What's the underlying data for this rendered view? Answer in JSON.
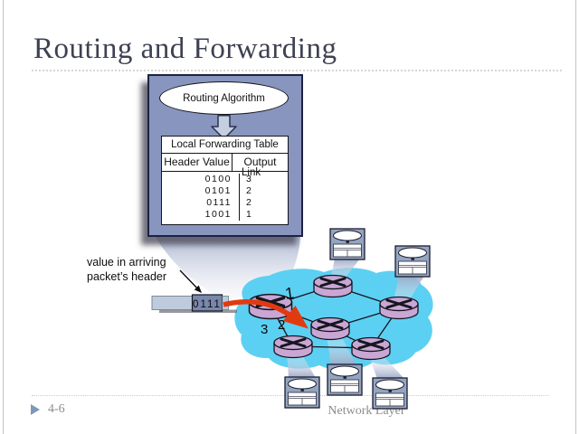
{
  "slide": {
    "title": "Routing and Forwarding",
    "page_number": "4-6",
    "footer": "Network Layer"
  },
  "diagram": {
    "algorithm_label": "Routing Algorithm",
    "forwarding_table": {
      "title": "Local Forwarding Table",
      "columns": {
        "header": "Header Value",
        "output": "Output",
        "output_link": "Link"
      },
      "rows": [
        {
          "header_value": "0100",
          "output_link": "3"
        },
        {
          "header_value": "0101",
          "output_link": "2"
        },
        {
          "header_value": "0111",
          "output_link": "2"
        },
        {
          "header_value": "1001",
          "output_link": "1"
        }
      ]
    },
    "annotation": "value in arriving packet’s header",
    "packet_value": "0111",
    "links": {
      "link1": "1",
      "link2": "2",
      "link3": "3"
    },
    "colors": {
      "box_fill": "#8895be",
      "cloud": "#5cd0f2",
      "router": "#c9a6d4",
      "red_arrow": "#e23a10",
      "packet_body": "#becbdd",
      "packet_field": "#7a87ad",
      "title_text": "#3e4152",
      "footer_text": "#8c8c8c"
    }
  }
}
